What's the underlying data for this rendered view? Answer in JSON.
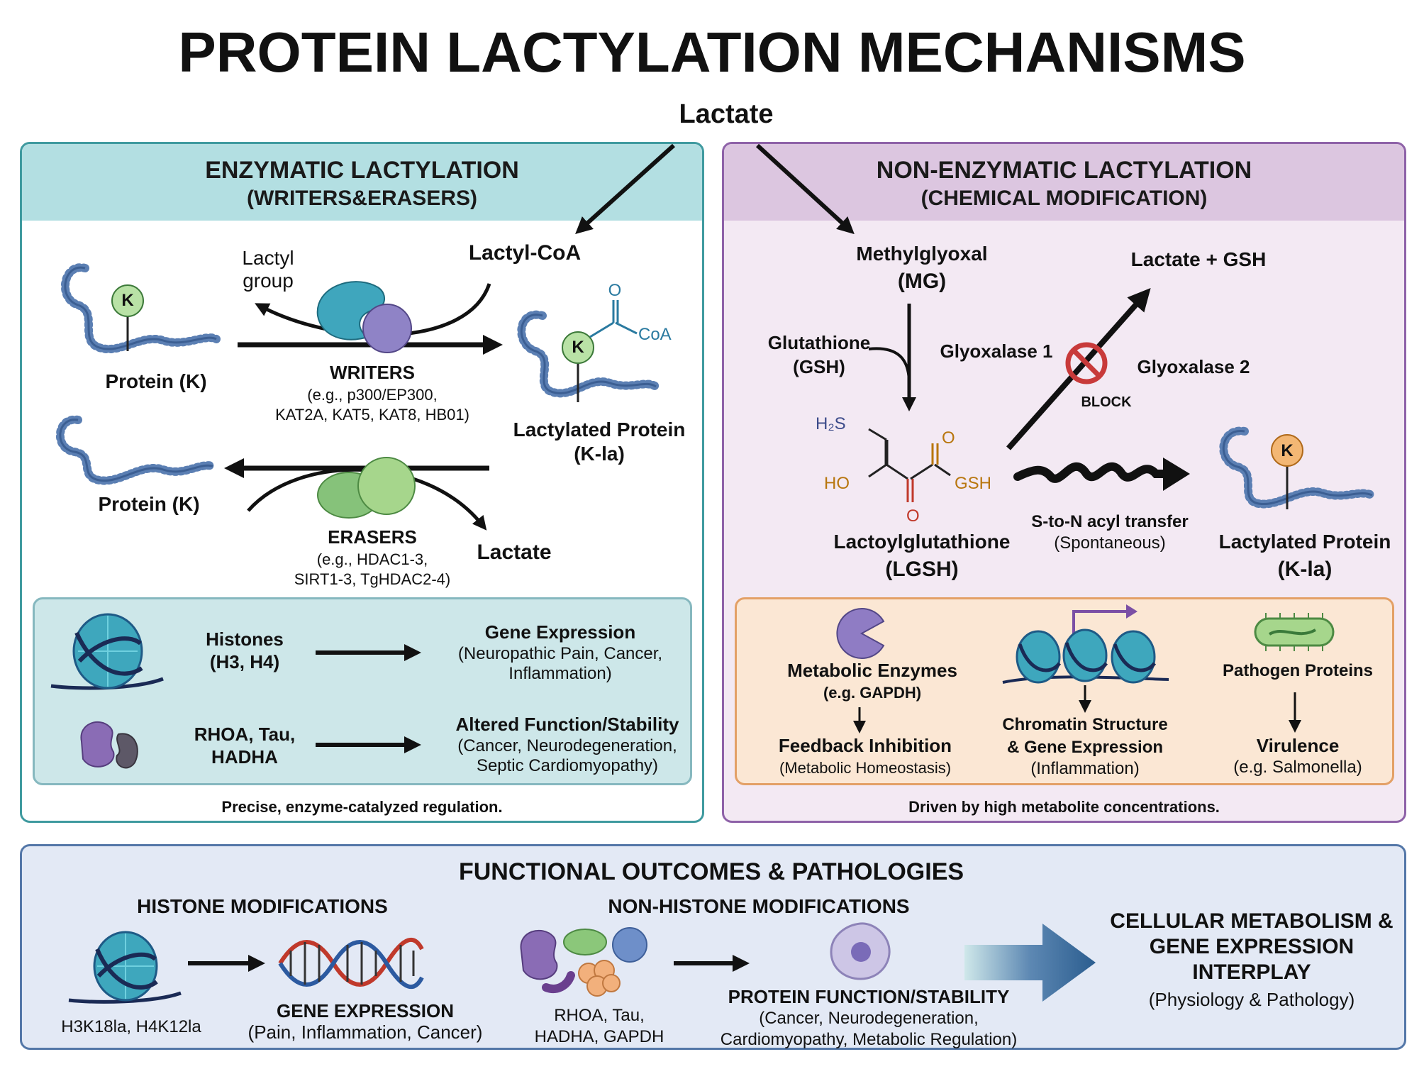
{
  "title": "PROTEIN LACTYLATION MECHANISMS",
  "lactate_top": "Lactate",
  "enzymatic": {
    "title": "ENZYMATIC LACTYLATION",
    "subtitle": "(WRITERS&ERASERS)",
    "protein_k_1": "Protein (K)",
    "protein_k_2": "Protein (K)",
    "k_label": "K",
    "lactyl_group_1": "Lactyl",
    "lactyl_group_2": "group",
    "lactyl_coa": "Lactyl-CoA",
    "coa": "CoA",
    "oxygen": "O",
    "writers": "WRITERS",
    "writers_eg_1": "(e.g., p300/EP300,",
    "writers_eg_2": "KAT2A, KAT5, KAT8, HB01)",
    "lactylated_1": "Lactylated Protein",
    "lactylated_2": "(K-la)",
    "erasers": "ERASERS",
    "erasers_eg_1": "(e.g., HDAC1-3,",
    "erasers_eg_2": "SIRT1-3, TgHDAC2-4)",
    "lactate_out": "Lactate",
    "histones_1": "Histones",
    "histones_2": "(H3, H4)",
    "gene_expr": "Gene Expression",
    "gene_expr_d1": "(Neuropathic Pain, Cancer,",
    "gene_expr_d2": "Inflammation)",
    "rhoa_1": "RHOA, Tau,",
    "rhoa_2": "HADHA",
    "altered": "Altered Function/Stability",
    "altered_d1": "(Cancer, Neurodegeneration,",
    "altered_d2": "Septic Cardiomyopathy)",
    "footer": "Precise, enzyme-catalyzed regulation."
  },
  "nonenzymatic": {
    "title": "NON-ENZYMATIC LACTYLATION",
    "subtitle": "(CHEMICAL MODIFICATION)",
    "mg_1": "Methylglyoxal",
    "mg_2": "(MG)",
    "gsh_1": "Glutathione",
    "gsh_2": "(GSH)",
    "glyoxalase1": "Glyoxalase 1",
    "glyoxalase2": "Glyoxalase 2",
    "block": "BLOCK",
    "lactate_gsh": "Lactate + GSH",
    "h2s": "H₂S",
    "ho": "HO",
    "gsh_chem": "GSH",
    "o_top": "O",
    "o_bottom": "O",
    "lgsh_1": "Lactoylglutathione",
    "lgsh_2": "(LGSH)",
    "s_to_n": "S-to-N acyl transfer",
    "spontaneous": "(Spontaneous)",
    "k_label": "K",
    "lactylated_1": "Lactylated Protein",
    "lactylated_2": "(K-la)",
    "metabolic_1": "Metabolic Enzymes",
    "metabolic_2": "(e.g. GAPDH)",
    "feedback_1": "Feedback Inhibition",
    "feedback_2": "(Metabolic Homeostasis)",
    "chromatin_1": "Chromatin Structure",
    "chromatin_2": "& Gene Expression",
    "chromatin_3": "(Inflammation)",
    "pathogen": "Pathogen Proteins",
    "virulence_1": "Virulence",
    "virulence_2": "(e.g. Salmonella)",
    "footer": "Driven by high metabolite concentrations."
  },
  "outcomes": {
    "title": "FUNCTIONAL OUTCOMES & PATHOLOGIES",
    "histone_mod": "HISTONE MODIFICATIONS",
    "nonhistone_mod": "NON-HISTONE MODIFICATIONS",
    "h3k": "H3K18la, H4K12la",
    "gene_expr": "GENE EXPRESSION",
    "gene_expr_d": "(Pain, Inflammation, Cancer)",
    "rhoa_1": "RHOA, Tau,",
    "rhoa_2": "HADHA, GAPDH",
    "protein_fn": "PROTEIN FUNCTION/STABILITY",
    "protein_fn_d1": "(Cancer, Neurodegeneration,",
    "protein_fn_d2": "Cardiomyopathy, Metabolic Regulation)",
    "cellular_1": "CELLULAR METABOLISM &",
    "cellular_2": "GENE EXPRESSION",
    "cellular_3": "INTERPLAY",
    "cellular_d": "(Physiology & Pathology)"
  },
  "colors": {
    "enz_border": "#3f9a9f",
    "enz_header": "#b3dfe2",
    "non_border": "#8e62a8",
    "non_header": "#dcc6e0",
    "out_border": "#5477a8",
    "k_green": "#b9e2a6",
    "k_orange": "#f3b774",
    "writer_teal": "#3fa6bd",
    "writer_purple": "#8f83c6",
    "eraser_green": "#86c27a"
  }
}
